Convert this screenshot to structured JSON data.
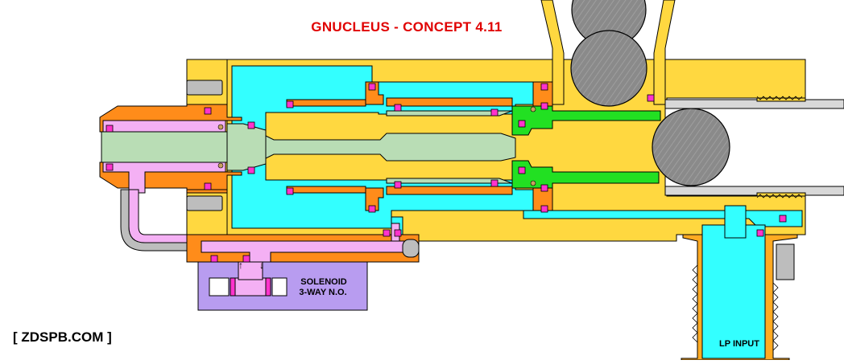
{
  "title": "GNUCLEUS - CONCEPT 4.11",
  "credit": "[ ZDSPB.COM ]",
  "labels": {
    "solenoid_line1": "SOLENOID",
    "solenoid_line2": "3-WAY N.O.",
    "lp_input": "LP INPUT",
    "arrow_up": "↑",
    "arrow_down": "↓"
  },
  "colors": {
    "body": "#ffd840",
    "chamber": "#33ffff",
    "bolt": "#b9ddb5",
    "port": "#f4b0f4",
    "seal": "#ff8c1a",
    "oring": "#ff33cc",
    "valve": "#22e022",
    "solenoid": "#b89cf0",
    "ball": "#808080",
    "barrel": "#d8d8d8",
    "regulator": "#ffaa22",
    "title": "#e00000"
  }
}
